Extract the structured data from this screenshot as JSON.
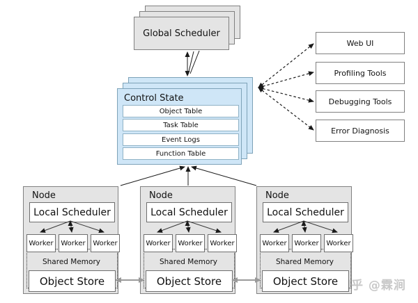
{
  "global_scheduler": {
    "label": "Global Scheduler"
  },
  "control_state": {
    "title": "Control State",
    "tables": [
      "Object Table",
      "Task Table",
      "Event Logs",
      "Function Table"
    ]
  },
  "tools": [
    "Web UI",
    "Profiling Tools",
    "Debugging Tools",
    "Error Diagnosis"
  ],
  "nodes": [
    {
      "label": "Node",
      "scheduler": "Local Scheduler",
      "workers": [
        "Worker",
        "Worker",
        "Worker"
      ],
      "shared_memory": "Shared Memory",
      "object_store": "Object Store"
    },
    {
      "label": "Node",
      "scheduler": "Local Scheduler",
      "workers": [
        "Worker",
        "Worker",
        "Worker"
      ],
      "shared_memory": "Shared Memory",
      "object_store": "Object Store"
    },
    {
      "label": "Node",
      "scheduler": "Local Scheduler",
      "workers": [
        "Worker",
        "Worker",
        "Worker"
      ],
      "shared_memory": "Shared Memory",
      "object_store": "Object Store"
    }
  ],
  "watermark": "知乎 @霖涧",
  "colors": {
    "box_gray_fill": "#e4e4e4",
    "box_gray_border": "#808080",
    "control_state_fill": "#cfe6f7",
    "control_state_border": "#7da2b8",
    "connector_gray": "#9a9a9a",
    "connector_black": "#1a1a1a"
  }
}
